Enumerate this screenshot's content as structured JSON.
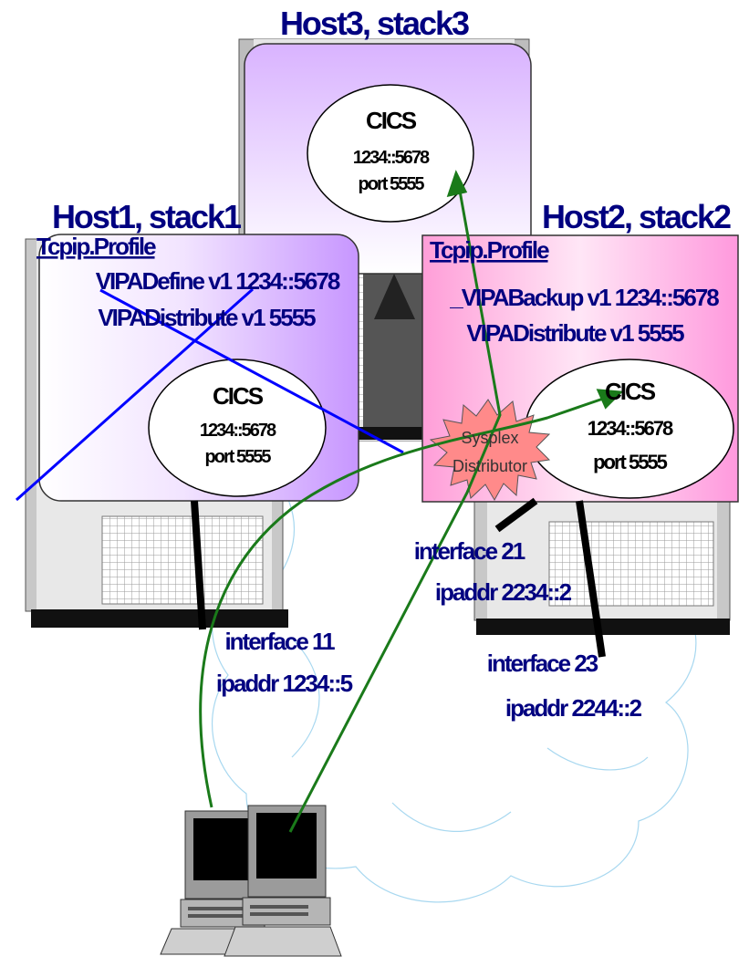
{
  "hosts": {
    "host3": {
      "title": "Host3, stack3",
      "cics": {
        "label": "CICS",
        "addr": "1234::5678",
        "port": "port 5555"
      }
    },
    "host1": {
      "title": "Host1, stack1",
      "profile": "Tcpip.Profile",
      "stmt1": "VIPADefine v1 1234::5678",
      "stmt2": "VIPADistribute v1 5555",
      "cics": {
        "label": "CICS",
        "addr": "1234::5678",
        "port": "port 5555"
      }
    },
    "host2": {
      "title": "Host2, stack2",
      "profile": "Tcpip.Profile",
      "stmt1": "_VIPABackup v1 1234::5678",
      "stmt2": "VIPADistribute v1  5555",
      "cics": {
        "label": "CICS",
        "addr": "1234::5678",
        "port": "port 5555"
      },
      "distributor": [
        "Sysplex",
        "Distributor"
      ]
    }
  },
  "interfaces": {
    "if21": {
      "name": "interface 21",
      "ip": "ipaddr  2234::2"
    },
    "if11": {
      "name": "interface 11",
      "ip": "ipaddr 1234::5"
    },
    "if23": {
      "name": "interface 23",
      "ip": "ipaddr 2244::2"
    }
  },
  "colors": {
    "title": "#000080",
    "host_purple": "#d6a8ff",
    "host_pink": "#ff99dd",
    "crossout": "#0000ff",
    "path": "#1a7a1a",
    "distributor": "#ff8080",
    "cloud": "#a8d8f0"
  }
}
